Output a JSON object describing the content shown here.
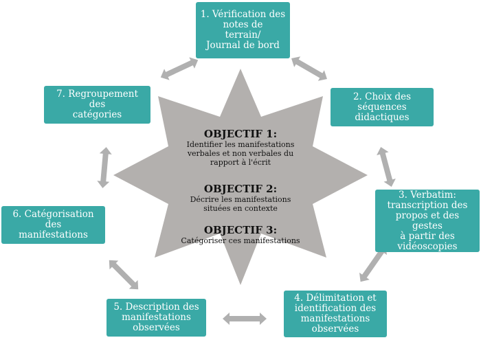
{
  "steps": [
    {
      "label": "1.  Vérification des\nnotes de\nterrain/\nJournal de bord"
    },
    {
      "label": "2. Choix des\nséquences\ndidactiques"
    },
    {
      "label": "3. Verbatim:\ntranscription des\npropos et des gestes\nà partir des\nvidéoscopies"
    },
    {
      "label": "4. Délimitation et\nidentification des\nmanifestations\nobservées"
    },
    {
      "label": "5. Description des\nmanifestations\nobservées"
    },
    {
      "label": "6. Catégorisation des\nmanifestations"
    },
    {
      "label": "7. Regroupement des\ncatégories"
    }
  ],
  "objectives": [
    {
      "title": "OBJECTIF 1:",
      "text": "Identifier les manifestations\nverbales et non verbales du\nrapport à l'écrit"
    },
    {
      "title": "OBJECTIF 2:",
      "text": "Décrire les manifestations\nsituées en contexte"
    },
    {
      "title": "OBJECTIF 3:",
      "text": "Catégoriser ces manifestations"
    }
  ],
  "colors": {
    "box": "#3aa9a6",
    "star": "#b3b0ae",
    "arrow": "#b0b0b0"
  }
}
